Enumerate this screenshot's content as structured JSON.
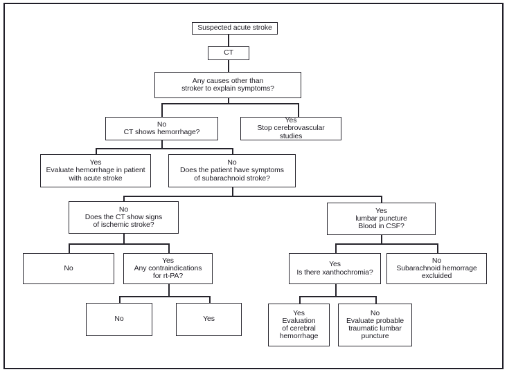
{
  "nodes": {
    "suspected_stroke": {
      "text": "Suspected acute stroke"
    },
    "ct": {
      "text": "CT"
    },
    "other_causes": {
      "text": "Any causes other than\nstroker to explain symptoms?"
    },
    "ct_hemorrhage": {
      "text": "No\nCT shows hemorrhage?"
    },
    "stop_studies": {
      "text": "Yes\nStop cerebrovascular\nstudies"
    },
    "evaluate_hemorrhage": {
      "text": "Yes\nEvaluate hemorrhage in patient\nwith acute stroke"
    },
    "subarachnoid_symptoms": {
      "text": "No\nDoes the patient have symptoms\nof subarachnoid stroke?"
    },
    "ischemic_signs": {
      "text": "No\nDoes the CT show signs\nof ischemic stroke?"
    },
    "lumbar_puncture": {
      "text": "Yes\nlumbar puncture\nBlood in CSF?"
    },
    "no_ischemic": {
      "text": "No"
    },
    "contraindications": {
      "text": "Yes\nAny contraindications\nfor rt-PA?"
    },
    "xanthochromia": {
      "text": "Yes\nIs there xanthochromia?"
    },
    "sah_excluded": {
      "text": "No\nSubarachnoid hemorrage\nexcluided"
    },
    "no_contraindications": {
      "text": "No"
    },
    "yes_contraindications": {
      "text": "Yes"
    },
    "cerebral_hemorrhage": {
      "text": "Yes\nEvaluation\nof cerebral\nhemorrhage"
    },
    "traumatic_puncture": {
      "text": "No\nEvaluate probable\ntraumatic lumbar\npuncture"
    }
  },
  "edges": [
    {
      "from": "suspected_stroke",
      "to": "ct"
    },
    {
      "from": "ct",
      "to": "other_causes"
    },
    {
      "from": "other_causes",
      "to": "ct_hemorrhage",
      "label": "No"
    },
    {
      "from": "other_causes",
      "to": "stop_studies",
      "label": "Yes"
    },
    {
      "from": "ct_hemorrhage",
      "to": "evaluate_hemorrhage",
      "label": "Yes"
    },
    {
      "from": "ct_hemorrhage",
      "to": "subarachnoid_symptoms",
      "label": "No"
    },
    {
      "from": "subarachnoid_symptoms",
      "to": "ischemic_signs",
      "label": "No"
    },
    {
      "from": "subarachnoid_symptoms",
      "to": "lumbar_puncture",
      "label": "Yes"
    },
    {
      "from": "ischemic_signs",
      "to": "no_ischemic",
      "label": "No"
    },
    {
      "from": "ischemic_signs",
      "to": "contraindications",
      "label": "Yes"
    },
    {
      "from": "contraindications",
      "to": "no_contraindications",
      "label": "No"
    },
    {
      "from": "contraindications",
      "to": "yes_contraindications",
      "label": "Yes"
    },
    {
      "from": "lumbar_puncture",
      "to": "xanthochromia",
      "label": "Yes"
    },
    {
      "from": "lumbar_puncture",
      "to": "sah_excluded",
      "label": "No"
    },
    {
      "from": "xanthochromia",
      "to": "cerebral_hemorrhage",
      "label": "Yes"
    },
    {
      "from": "xanthochromia",
      "to": "traumatic_puncture",
      "label": "No"
    }
  ],
  "colors": {
    "ink": "#26242c",
    "background": "#ffffff"
  }
}
